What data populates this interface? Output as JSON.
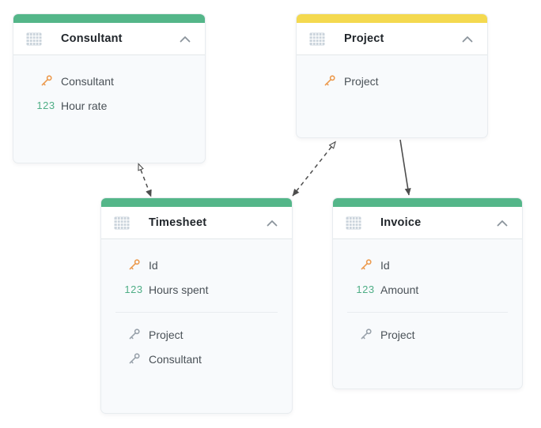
{
  "diagram": {
    "tables": [
      {
        "name": "Consultant",
        "accent_color": "#54b689",
        "groups": [
          [
            {
              "icon": "primary-key",
              "label": "Consultant"
            },
            {
              "icon": "number",
              "label": "Hour rate"
            }
          ]
        ]
      },
      {
        "name": "Project",
        "accent_color": "#f4d94f",
        "groups": [
          [
            {
              "icon": "primary-key",
              "label": "Project"
            }
          ]
        ]
      },
      {
        "name": "Timesheet",
        "accent_color": "#54b689",
        "groups": [
          [
            {
              "icon": "primary-key",
              "label": "Id"
            },
            {
              "icon": "number",
              "label": "Hours spent"
            }
          ],
          [
            {
              "icon": "foreign-key",
              "label": "Project"
            },
            {
              "icon": "foreign-key",
              "label": "Consultant"
            }
          ]
        ]
      },
      {
        "name": "Invoice",
        "accent_color": "#54b689",
        "groups": [
          [
            {
              "icon": "primary-key",
              "label": "Id"
            },
            {
              "icon": "number",
              "label": "Amount"
            }
          ],
          [
            {
              "icon": "foreign-key",
              "label": "Project"
            }
          ]
        ]
      }
    ],
    "icons": {
      "number_text": "123",
      "table_icon": "table-grid",
      "collapse_icon": "chevron-up"
    },
    "colors": {
      "green_accent": "#54b689",
      "yellow_accent": "#f4d94f",
      "primary_key": "#ec9a4e",
      "foreign_key": "#99a2ab",
      "number_type": "#4fae86",
      "arrow": "#4d4d4d"
    },
    "connections": [
      {
        "from": "Consultant",
        "to": "Timesheet",
        "line": "dashed",
        "source_marker": "hollow-triangle",
        "target_marker": "filled-triangle"
      },
      {
        "from": "Project",
        "to": "Timesheet",
        "line": "dashed",
        "source_marker": "hollow-triangle",
        "target_marker": "filled-triangle"
      },
      {
        "from": "Project",
        "to": "Invoice",
        "line": "solid",
        "source_marker": "none",
        "target_marker": "filled-triangle"
      }
    ]
  }
}
